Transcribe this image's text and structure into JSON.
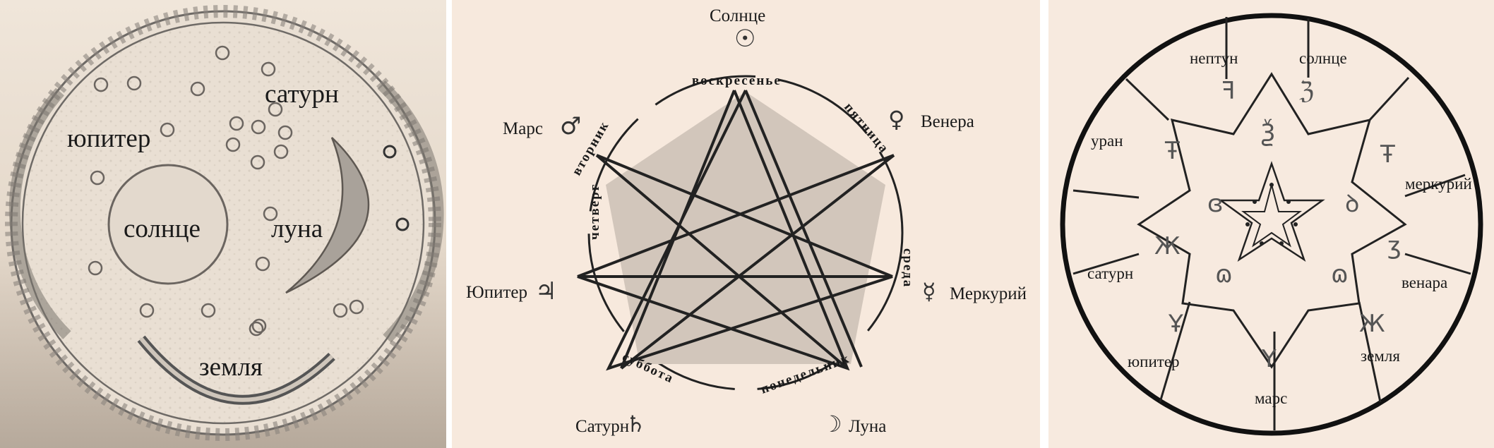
{
  "panel1": {
    "labels": {
      "jupiter": "юпитер",
      "saturn": "сатурн",
      "sun": "солнце",
      "moon": "луна",
      "earth": "земля"
    }
  },
  "panel2": {
    "planets": {
      "sun": "Солнце",
      "venus": "Венера",
      "mercury": "Меркурий",
      "moon": "Луна",
      "saturn": "Сатурн",
      "jupiter": "Юпитер",
      "mars": "Марс"
    },
    "days": {
      "sunday": "воскресенье",
      "friday": "пятница",
      "wednesday": "среда",
      "monday": "понедельник",
      "saturday": "суббота",
      "thursday": "четверг",
      "tuesday": "вторник"
    },
    "symbols": {
      "sun": "☉",
      "venus": "♀",
      "mercury": "☿",
      "moon": "☽",
      "saturn": "♄",
      "jupiter": "♃",
      "mars": "♂"
    }
  },
  "panel3": {
    "sectors": {
      "neptune": "нептун",
      "sun": "солнце",
      "mercury": "меркурий",
      "venus": "венара",
      "earth": "земля",
      "mars": "марс",
      "jupiter": "юпитер",
      "saturn": "сатурн",
      "uranus": "уран"
    }
  }
}
